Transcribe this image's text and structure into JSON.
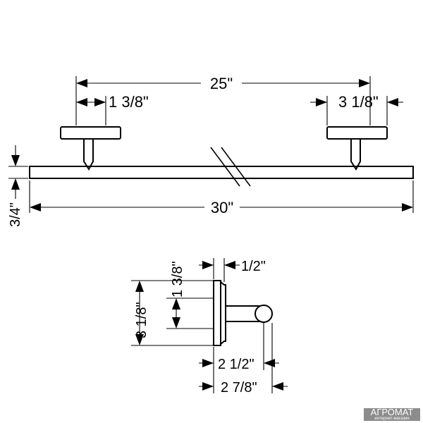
{
  "dimensions": {
    "mount_span": "25\"",
    "rosette_small": "1 3/8\"",
    "rosette_diameter": "3 1/8\"",
    "overall_length": "30\"",
    "bar_thickness": "3/4\"",
    "side_plate": "1/2\"",
    "side_height": "1 3/8\"",
    "side_rosette": "3 1/8\"",
    "side_projection": "2 1/2\"",
    "side_total_projection": "2 7/8\""
  },
  "watermark": {
    "text": "АГРОМАТ",
    "subtext": "интернет-магазин"
  }
}
